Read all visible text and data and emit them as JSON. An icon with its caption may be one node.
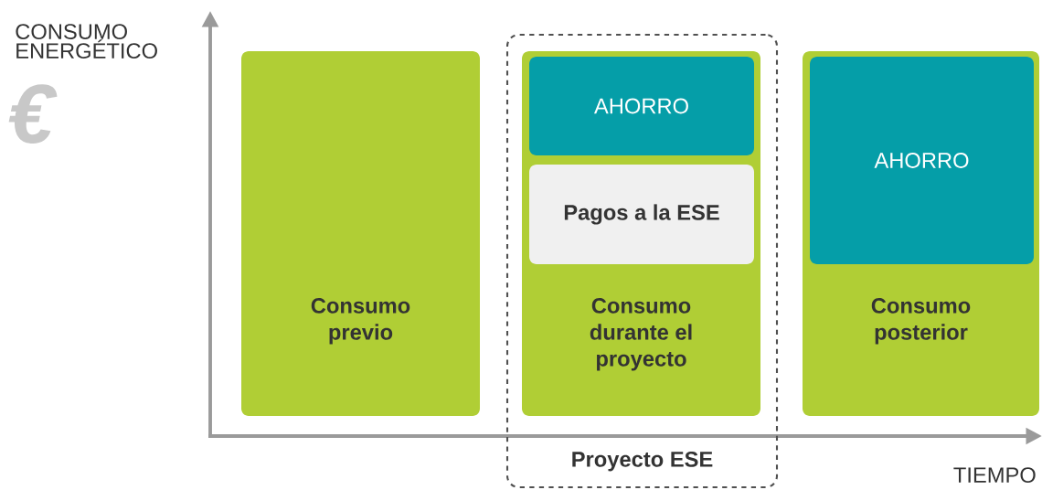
{
  "diagram": {
    "nodes": [
      {
        "text": [
          "Consumo previo"
        ]
      },
      {
        "text": [
          "Proyecto ESE"
        ]
      },
      {
        "text": [
          "Consumo durante el proyecto"
        ],
        "in": 1
      },
      {
        "text": [
          "AHORRO"
        ],
        "in": 2
      },
      {
        "text": [
          "Pagos a la ESE"
        ],
        "in": 2
      },
      {
        "text": [
          "Consumo posterior"
        ]
      },
      {
        "text": [
          "AHORRO"
        ],
        "in": 5
      }
    ],
    "labels": [
      "CONSUMO ENERGÉTICO",
      "€",
      "TIEMPO"
    ]
  }
}
